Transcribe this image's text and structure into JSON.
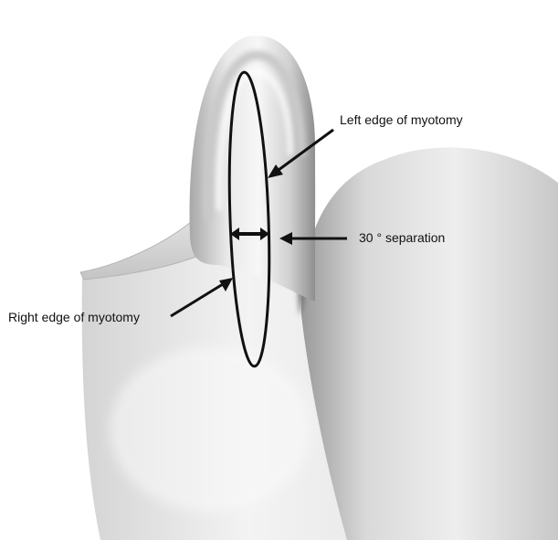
{
  "annotations": {
    "left_edge": "Left edge of myotomy",
    "separation": "30 ° separation",
    "right_edge": "Right edge of myotomy"
  },
  "colors": {
    "tissue_light": "#f4f4f4",
    "tissue_mid": "#cfcfcf",
    "tissue_dark": "#8a8a8a",
    "line": "#111111"
  }
}
